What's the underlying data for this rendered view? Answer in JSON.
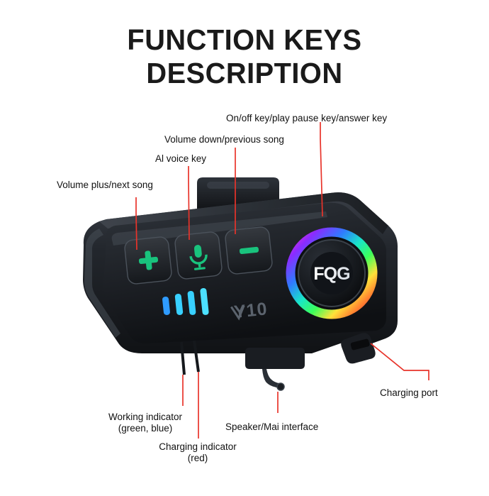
{
  "title": {
    "line1": "FUNCTION KEYS",
    "line2": "DESCRIPTION"
  },
  "colors": {
    "leader_line": "#e8332a",
    "text": "#111111",
    "title": "#1a1a1a",
    "background": "#ffffff",
    "device_body": "#1c1e22",
    "accent_green": "#19c37d",
    "indicator_blue": "#2f9bff",
    "indicator_cyan": "#38d0ff"
  },
  "callouts": [
    {
      "id": "power",
      "text": "On/off key/play pause key/answer key"
    },
    {
      "id": "volume-down",
      "text": "Volume down/previous song"
    },
    {
      "id": "ai-voice",
      "text": "Al voice key"
    },
    {
      "id": "volume-plus",
      "text": "Volume plus/next song"
    },
    {
      "id": "charging-port",
      "text": "Charging port"
    },
    {
      "id": "working-indicator-line1",
      "text": "Working indicator"
    },
    {
      "id": "working-indicator-line2",
      "text": "(green, blue)"
    },
    {
      "id": "charging-indicator-line1",
      "text": "Charging indicator"
    },
    {
      "id": "charging-indicator-line2",
      "text": "(red)"
    },
    {
      "id": "speaker-mic",
      "text": "Speaker/Mai interface"
    }
  ],
  "device": {
    "brand_logo": "FQG",
    "model_label": "Y10"
  }
}
